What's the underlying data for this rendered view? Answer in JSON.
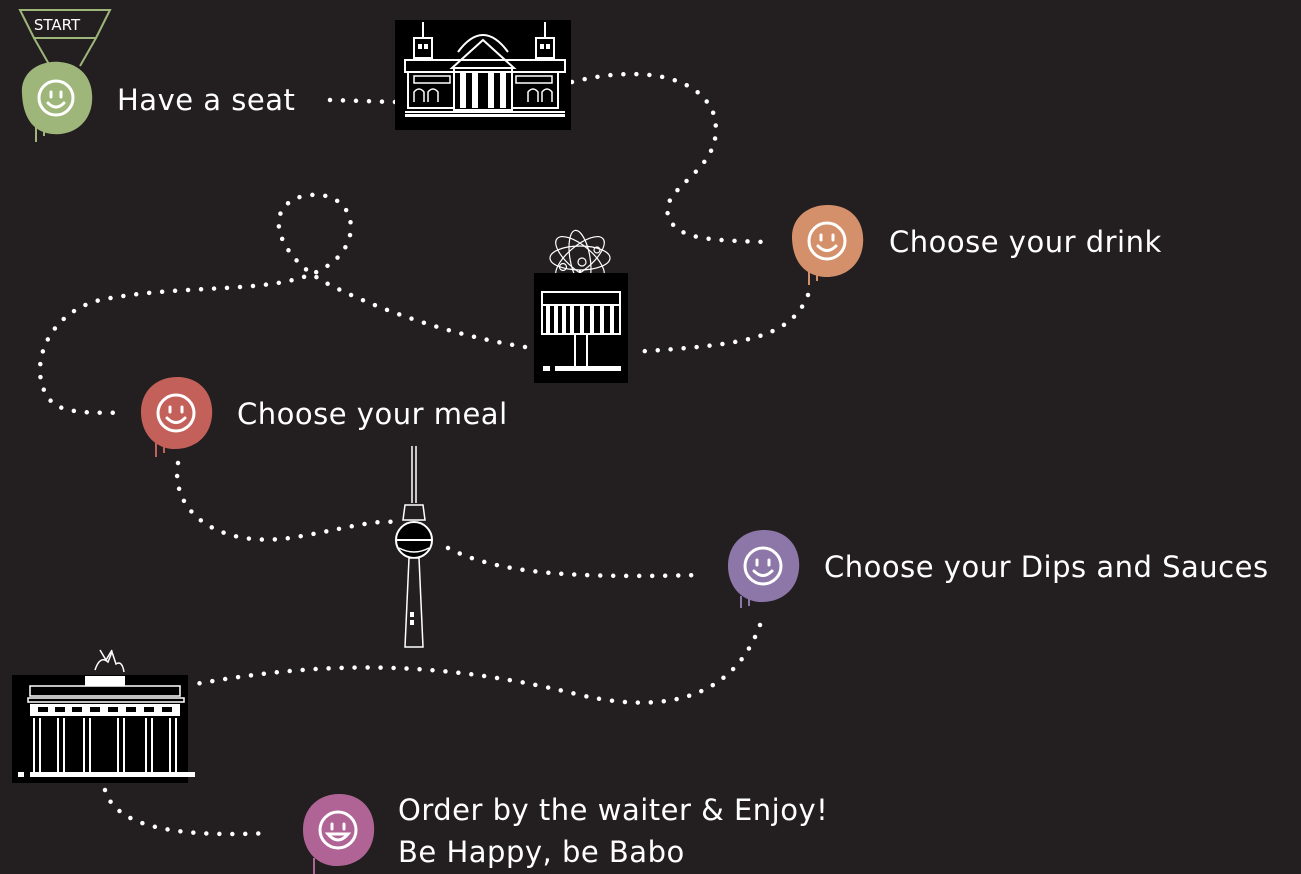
{
  "start_label": "START",
  "steps": [
    {
      "text": "Have a seat",
      "color": "#9fb67a"
    },
    {
      "text": "Choose your drink",
      "color": "#d3906a"
    },
    {
      "text": "Choose your meal",
      "color": "#c4605a"
    },
    {
      "text": "Choose your Dips and Sauces",
      "color": "#8d76a8"
    },
    {
      "text": "Order by the waiter & Enjoy!",
      "text2": "Be Happy, be Babo",
      "color": "#b06496"
    }
  ],
  "landmarks": [
    {
      "icon": "reichstag-icon"
    },
    {
      "icon": "world-clock-icon"
    },
    {
      "icon": "tv-tower-icon"
    },
    {
      "icon": "brandenburg-gate-icon"
    }
  ],
  "colors": {
    "background": "#231f20",
    "path_dots": "#ffffff",
    "start_marker": "#9fb67a"
  }
}
